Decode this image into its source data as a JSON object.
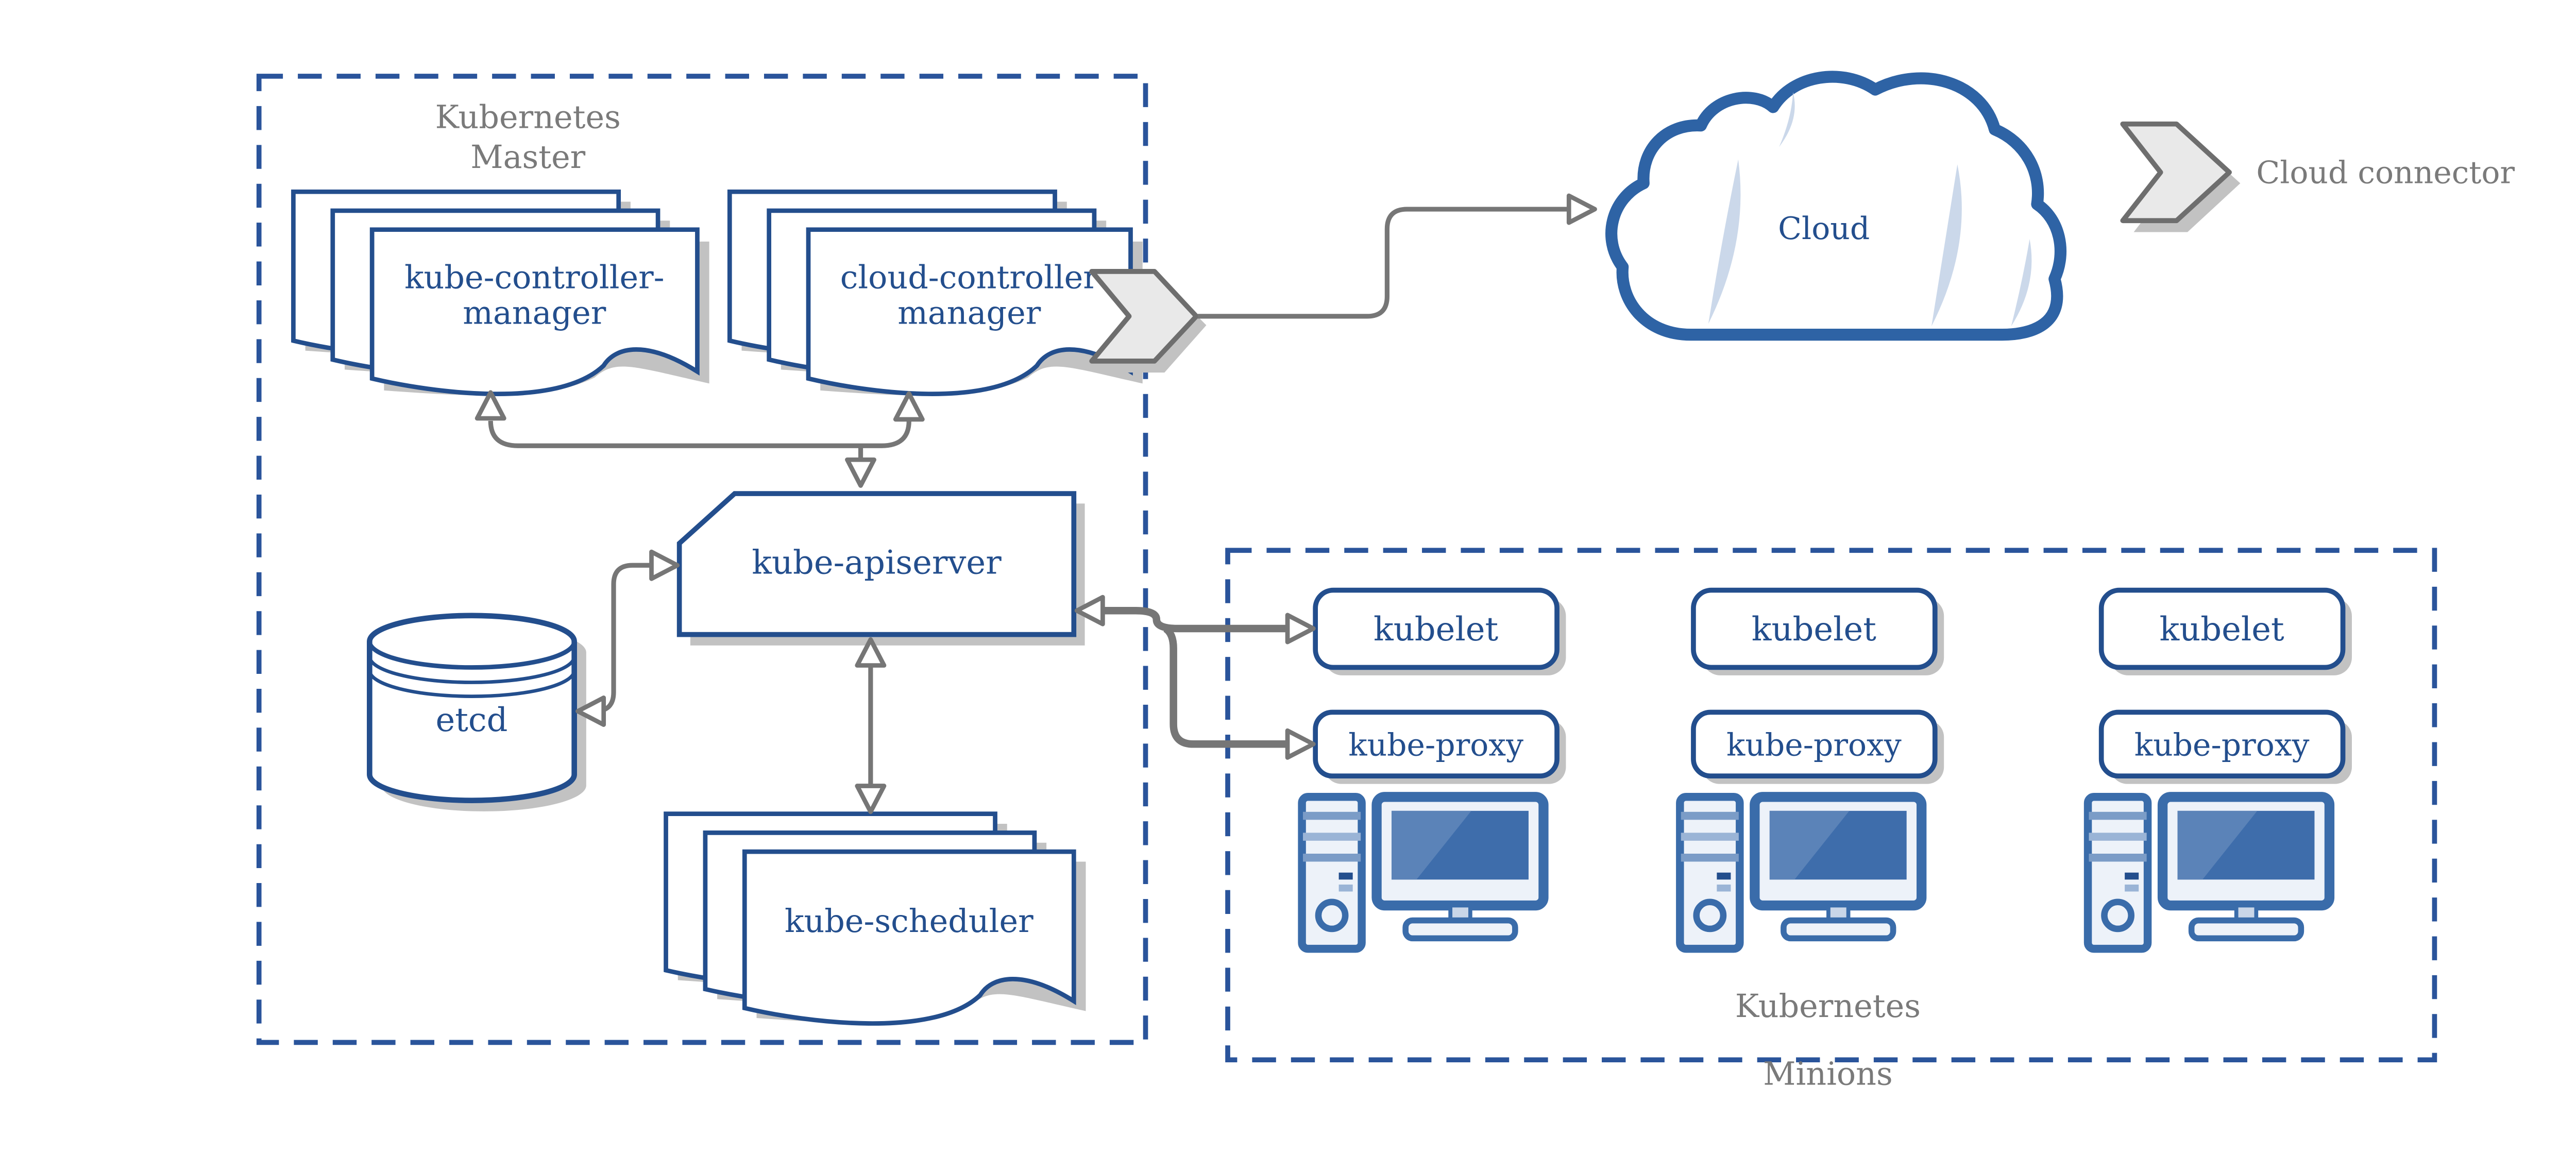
{
  "master": {
    "title1": "Kubernetes",
    "title2": "Master",
    "kcm1": "kube-controller-",
    "kcm2": "manager",
    "ccm1": "cloud-controller",
    "ccm2": "manager",
    "apiserver": "kube-apiserver",
    "etcd": "etcd",
    "scheduler": "kube-scheduler"
  },
  "cloud": {
    "label": "Cloud"
  },
  "legend": {
    "cloud_connector": "Cloud connector"
  },
  "minions": {
    "title1": "Kubernetes",
    "title2": "Minions",
    "nodes": [
      {
        "kubelet": "kubelet",
        "kube_proxy": "kube-proxy"
      },
      {
        "kubelet": "kubelet",
        "kube_proxy": "kube-proxy"
      },
      {
        "kubelet": "kubelet",
        "kube_proxy": "kube-proxy"
      }
    ]
  },
  "colors": {
    "navy": "#234e8d",
    "dash_blue": "#2a549b",
    "icon_blue": "#3a6caa",
    "screen_blue": "#3e6dab",
    "screen_highlight": "#5b83b8",
    "light_fill": "#edf2f9",
    "crescent_blue": "#cbd8ea",
    "connector_gray": "#767676",
    "label_gray": "#7a7a7a",
    "shadow_gray": "#c2c2c2"
  }
}
